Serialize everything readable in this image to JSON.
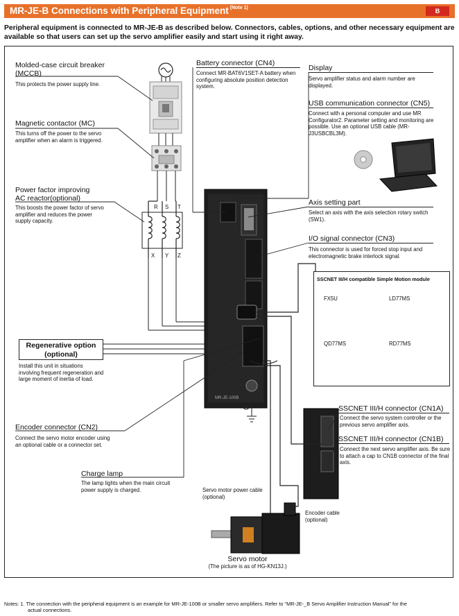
{
  "header": {
    "title": "MR-JE-B Connections with Peripheral Equipment",
    "note_ref": "(Note 1)",
    "badge": "B"
  },
  "intro": "Peripheral equipment is connected to MR-JE-B as described below. Connectors, cables, options, and other necessary equipment are available so that users can set up the servo amplifier easily and start using it right away.",
  "left_callouts": {
    "mccb": {
      "title": "Molded-case circuit breaker (MCCB)",
      "desc": "This protects the power supply line."
    },
    "mc": {
      "title": "Magnetic contactor (MC)",
      "desc": "This turns off the power to the servo amplifier when an alarm is triggered."
    },
    "pfr_title_1": "Power factor improving",
    "pfr_title_2": "AC reactor(optional)",
    "pfr_desc": "This boosts the power factor of servo amplifier and reduces the power supply capacity.",
    "regen_title_1": "Regenerative option",
    "regen_title_2": "(optional)",
    "regen_desc": "Install this unit in situations involving frequent regeneration and large moment of inertia of load.",
    "encoder_conn": {
      "title": "Encoder connector (CN2)",
      "desc": "Connect the servo motor encoder using an optional cable or a connector set."
    },
    "charge_lamp": {
      "title": "Charge lamp",
      "desc": "The lamp lights when the main circuit power supply is charged."
    }
  },
  "right_callouts": {
    "battery": {
      "title": "Battery connector (CN4)",
      "desc": "Connect MR-BAT6V1SET-A battery when configuring absolute position detection system."
    },
    "display": {
      "title": "Display",
      "desc": "Servo amplifier status and alarm number are displayed."
    },
    "usb": {
      "title": "USB communication connector (CN5)",
      "desc": "Connect with a personal computer and use MR Configurator2. Parameter setting and monitoring are possible. Use an optional USB cable (MR-J3USBCBL3M)."
    },
    "axis": {
      "title": "Axis setting part",
      "desc": "Select an axis with the axis selection rotary switch (SW1)."
    },
    "io": {
      "title": "I/O signal connector (CN3)",
      "desc": "This connector is used for forced stop input and electromagnetic brake interlock signal."
    },
    "cn1a": {
      "title": "SSCNET III/H connector (CN1A)",
      "desc": "Connect the servo system controller or the previous servo amplifier axis."
    },
    "cn1b": {
      "title": "SSCNET III/H connector (CN1B)",
      "desc": "Connect the next servo amplifier axis. Be sure to attach a cap to CN1B connector of the final axis."
    }
  },
  "simple_motion": {
    "title": "SSCNET III/H compatible Simple Motion module",
    "modules": [
      "FX5U",
      "LD77MS",
      "QD77MS",
      "RD77MS"
    ]
  },
  "cables": {
    "power": "Servo motor power cable (optional)",
    "encoder": "Encoder cable (optional)"
  },
  "motor": {
    "title": "Servo motor",
    "caption": "(The picture is as of HG-KN13J.)"
  },
  "phase_labels": {
    "top": [
      "R",
      "S",
      "T"
    ],
    "bottom": [
      "X",
      "Y",
      "Z"
    ]
  },
  "amp_label": "MR-JE-100B",
  "notes": {
    "line1": "Notes: 1. The connection with the peripheral equipment is an example for MR-JE-100B or smaller servo amplifiers. Refer to \"MR-JE-_B Servo Amplifier Instruction Manual\" for the",
    "line2": "actual connections."
  }
}
